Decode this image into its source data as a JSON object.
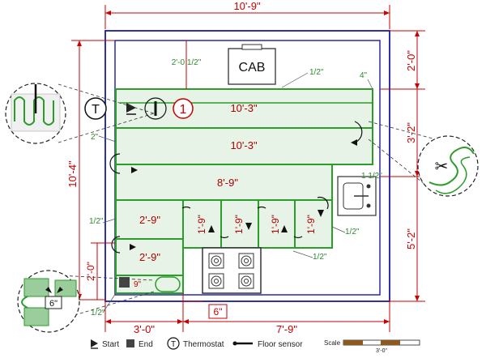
{
  "dimensions": {
    "top_width": "10'-9\"",
    "bottom_left": "3'-0\"",
    "bottom_right": "7'-9\"",
    "left_height": "10'-4\"",
    "left_bottom": "2'-0\"",
    "right_top": "2'-0\"",
    "right_mid": "3'-2\"",
    "right_bottom": "5'-2\"",
    "bottom_gap": "6\""
  },
  "labels": {
    "cab": "CAB",
    "cab_offset": "2'-0 1/2\"",
    "half_inch": "1/2\"",
    "four_inch": "4\"",
    "two_inch": "2\"",
    "six_inch": "6\"",
    "nine_inch": "9\"",
    "one_half": "1 1/2\"",
    "thermostat_letter": "T",
    "run_number": "1"
  },
  "runs": {
    "r1": "10'-3\"",
    "r2": "10'-3\"",
    "r3": "8'-9\"",
    "r4": "2'-9\"",
    "r5": "2'-9\"",
    "c1": "1'-9\"",
    "c2": "1'-9\"",
    "c3": "1'-9\"",
    "c4": "1'-9\""
  },
  "legend": {
    "start": "Start",
    "end": "End",
    "thermostat": "Thermostat",
    "floor_sensor": "Floor sensor",
    "scale": "Scale",
    "scale_value": "3'-0\""
  },
  "colors": {
    "dimension": "#cc0000",
    "wall": "#1a1aa8",
    "mat": "#2a9d2a",
    "mat_fill": "#e6f3e6"
  }
}
